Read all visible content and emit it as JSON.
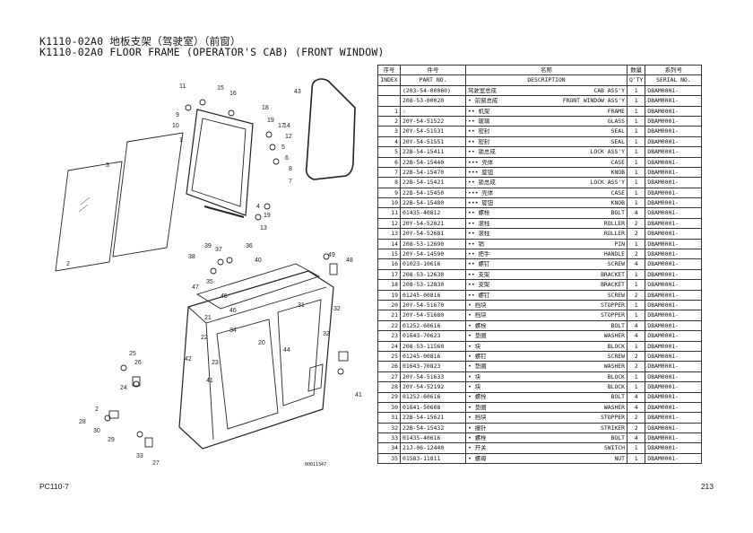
{
  "header": {
    "line1": "K1110-02A0 地板支架（驾驶室）（前窗）",
    "line2": "K1110-02A0 FLOOR FRAME (OPERATOR'S CAB) (FRONT WINDOW)"
  },
  "table": {
    "headers": {
      "index_cn": "序号",
      "index_en": "INDEX",
      "part_cn": "件号",
      "part_en": "PART NO.",
      "desc_cn": "名称",
      "desc_en": "DESCRIPTION",
      "qty_cn": "数量",
      "qty_en": "Q'TY",
      "serial_cn": "系列号",
      "serial_en": "SERIAL NO."
    },
    "rows": [
      {
        "index": "",
        "part": "(203-54-00060)",
        "cn": "驾驶室总成",
        "en": "CAB ASS'Y",
        "qty": "1",
        "serial": "DBAM0001-"
      },
      {
        "index": "",
        "part": "208-53-00020",
        "cn": "• 前窗总成",
        "en": "FRONT WINDOW ASS'Y",
        "qty": "1",
        "serial": "DBAM0001-"
      },
      {
        "index": "1",
        "part": "☆",
        "cn": "•• 机架",
        "en": "FRAME",
        "qty": "1",
        "serial": "DBAM0001-"
      },
      {
        "index": "2",
        "part": "20Y-54-51522",
        "cn": "•• 玻璃",
        "en": "GLASS",
        "qty": "1",
        "serial": "DBAM0001-"
      },
      {
        "index": "3",
        "part": "20Y-54-51531",
        "cn": "•• 密封",
        "en": "SEAL",
        "qty": "1",
        "serial": "DBAM0001-"
      },
      {
        "index": "4",
        "part": "20Y-54-51551",
        "cn": "•• 密封",
        "en": "SEAL",
        "qty": "1",
        "serial": "DBAM0001-"
      },
      {
        "index": "5",
        "part": "22B-54-15411",
        "cn": "•• 锁总成",
        "en": "LOCK ASS'Y",
        "qty": "1",
        "serial": "DBAM0001-"
      },
      {
        "index": "6",
        "part": "22B-54-15440",
        "cn": "••• 壳体",
        "en": "CASE",
        "qty": "1",
        "serial": "DBAM0001-"
      },
      {
        "index": "7",
        "part": "22B-54-15470",
        "cn": "••• 旋钮",
        "en": "KNOB",
        "qty": "1",
        "serial": "DBAM0001-"
      },
      {
        "index": "8",
        "part": "22B-54-15421",
        "cn": "•• 锁总成",
        "en": "LOCK ASS'Y",
        "qty": "1",
        "serial": "DBAM0001-"
      },
      {
        "index": "9",
        "part": "22B-54-15450",
        "cn": "••• 壳体",
        "en": "CASE",
        "qty": "1",
        "serial": "DBAM0001-"
      },
      {
        "index": "10",
        "part": "22B-54-15480",
        "cn": "••• 旋钮",
        "en": "KNOB",
        "qty": "1",
        "serial": "DBAM0001-"
      },
      {
        "index": "11",
        "part": "01435-40812",
        "cn": "•• 螺栓",
        "en": "BOLT",
        "qty": "4",
        "serial": "DBAM0001-"
      },
      {
        "index": "12",
        "part": "20Y-54-52621",
        "cn": "•• 滚柱",
        "en": "ROLLER",
        "qty": "2",
        "serial": "DBAM0001-"
      },
      {
        "index": "13",
        "part": "20Y-54-52681",
        "cn": "•• 滚柱",
        "en": "ROLLER",
        "qty": "2",
        "serial": "DBAM0001-"
      },
      {
        "index": "14",
        "part": "208-53-12690",
        "cn": "•• 销",
        "en": "PIN",
        "qty": "1",
        "serial": "DBAM0001-"
      },
      {
        "index": "15",
        "part": "20Y-54-14590",
        "cn": "•• 把手",
        "en": "HANDLE",
        "qty": "2",
        "serial": "DBAM0001-"
      },
      {
        "index": "16",
        "part": "01023-10616",
        "cn": "•• 螺钉",
        "en": "SCREW",
        "qty": "4",
        "serial": "DBAM0001-"
      },
      {
        "index": "17",
        "part": "208-53-12630",
        "cn": "•• 支架",
        "en": "BRACKET",
        "qty": "1",
        "serial": "DBAM0001-"
      },
      {
        "index": "18",
        "part": "208-53-12830",
        "cn": "•• 支架",
        "en": "BRACKET",
        "qty": "1",
        "serial": "DBAM0001-"
      },
      {
        "index": "19",
        "part": "01245-00816",
        "cn": "•• 螺钉",
        "en": "SCREW",
        "qty": "2",
        "serial": "DBAM0001-"
      },
      {
        "index": "20",
        "part": "20Y-54-51670",
        "cn": "• 挡块",
        "en": "STOPPER",
        "qty": "1",
        "serial": "DBAM0001-"
      },
      {
        "index": "21",
        "part": "20Y-54-51680",
        "cn": "• 挡块",
        "en": "STOPPER",
        "qty": "1",
        "serial": "DBAM0001-"
      },
      {
        "index": "22",
        "part": "01252-60616",
        "cn": "• 螺栓",
        "en": "BOLT",
        "qty": "4",
        "serial": "DBAM0001-"
      },
      {
        "index": "23",
        "part": "01643-70623",
        "cn": "• 垫圈",
        "en": "WASHER",
        "qty": "4",
        "serial": "DBAM0001-"
      },
      {
        "index": "24",
        "part": "208-53-11560",
        "cn": "• 块",
        "en": "BLOCK",
        "qty": "1",
        "serial": "DBAM0001-"
      },
      {
        "index": "25",
        "part": "01245-00816",
        "cn": "• 螺钉",
        "en": "SCREW",
        "qty": "2",
        "serial": "DBAM0001-"
      },
      {
        "index": "26",
        "part": "01643-70823",
        "cn": "• 垫圈",
        "en": "WASHER",
        "qty": "2",
        "serial": "DBAM0001-"
      },
      {
        "index": "27",
        "part": "20Y-54-51633",
        "cn": "• 块",
        "en": "BLOCK",
        "qty": "1",
        "serial": "DBAM0001-"
      },
      {
        "index": "28",
        "part": "20Y-54-52192",
        "cn": "• 块",
        "en": "BLOCK",
        "qty": "1",
        "serial": "DBAM0001-"
      },
      {
        "index": "29",
        "part": "01252-60616",
        "cn": "• 螺栓",
        "en": "BOLT",
        "qty": "4",
        "serial": "DBAM0001-"
      },
      {
        "index": "30",
        "part": "01641-50608",
        "cn": "• 垫圈",
        "en": "WASHER",
        "qty": "4",
        "serial": "DBAM0001-"
      },
      {
        "index": "31",
        "part": "22B-54-15621",
        "cn": "• 挡块",
        "en": "STOPPER",
        "qty": "2",
        "serial": "DBAM0001-"
      },
      {
        "index": "32",
        "part": "22B-54-15432",
        "cn": "• 撞针",
        "en": "STRIKER",
        "qty": "2",
        "serial": "DBAM0001-"
      },
      {
        "index": "33",
        "part": "01435-40616",
        "cn": "• 螺栓",
        "en": "BOLT",
        "qty": "4",
        "serial": "DBAM0001-"
      },
      {
        "index": "34",
        "part": "21J-06-12440",
        "cn": "• 开关",
        "en": "SWITCH",
        "qty": "1",
        "serial": "DBAM0001-"
      },
      {
        "index": "35",
        "part": "01583-11811",
        "cn": "• 螺母",
        "en": "NUT",
        "qty": "1",
        "serial": "DBAM0001-"
      }
    ]
  },
  "diagram": {
    "ref_code": "00011347",
    "callouts": [
      "11",
      "16",
      "15",
      "43",
      "1",
      "18",
      "19",
      "17",
      "9",
      "14",
      "10",
      "12",
      "3",
      "5",
      "6",
      "8",
      "7",
      "4",
      "13",
      "19",
      "2",
      "39",
      "38",
      "37",
      "36",
      "40",
      "49",
      "48",
      "47",
      "35",
      "45",
      "46",
      "21",
      "22",
      "34",
      "32",
      "31",
      "23",
      "20",
      "44",
      "42",
      "41",
      "25",
      "26",
      "24",
      "28",
      "30",
      "29",
      "33",
      "27",
      "32",
      "41",
      "2"
    ]
  },
  "footer": {
    "model": "PC110-7",
    "page": "213"
  }
}
